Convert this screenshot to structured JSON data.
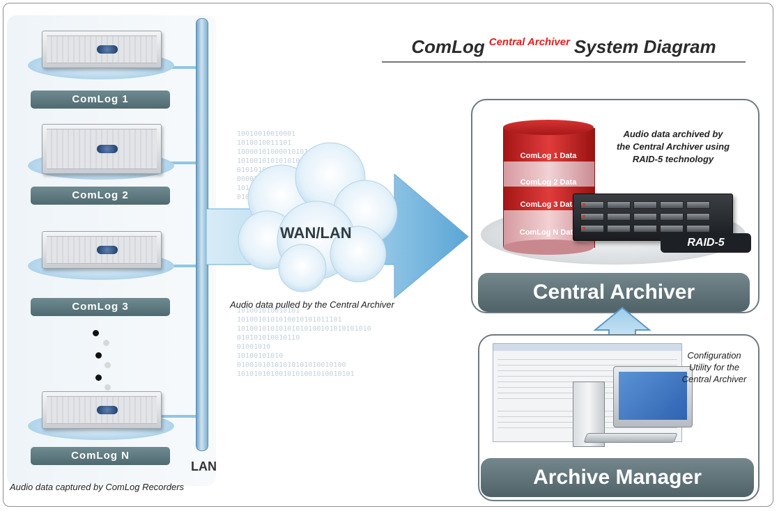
{
  "title": {
    "brand": "ComLog",
    "product": "Central Archiver",
    "rest": "System Diagram"
  },
  "recorders": [
    {
      "label": "ComLog  1"
    },
    {
      "label": "ComLog  2"
    },
    {
      "label": "ComLog  3"
    },
    {
      "label": "ComLog  N"
    }
  ],
  "lan_label": "LAN",
  "left_caption": "Audio data captured by ComLog Recorders",
  "network": {
    "label": "WAN/LAN",
    "caption": "Audio data pulled by the Central Archiver"
  },
  "archiver": {
    "data_stores": [
      "ComLog 1 Data",
      "ComLog 2 Data",
      "ComLog 3 Data",
      "ComLog N Data"
    ],
    "description_lines": [
      "Audio data archived by",
      "the Central Archiver using",
      "RAID-5 technology"
    ],
    "raid_badge": "RAID-5",
    "label": "Central Archiver"
  },
  "manager": {
    "description_lines": [
      "Configuration",
      "Utility for the",
      "Central Archiver"
    ],
    "label": "Archive Manager"
  },
  "colors": {
    "label_bar": "#5e787e",
    "lan": "#8fc6e6",
    "data_red": "#cc1f1f",
    "data_pink": "#e6a6a6",
    "title_accent": "#e02020"
  }
}
